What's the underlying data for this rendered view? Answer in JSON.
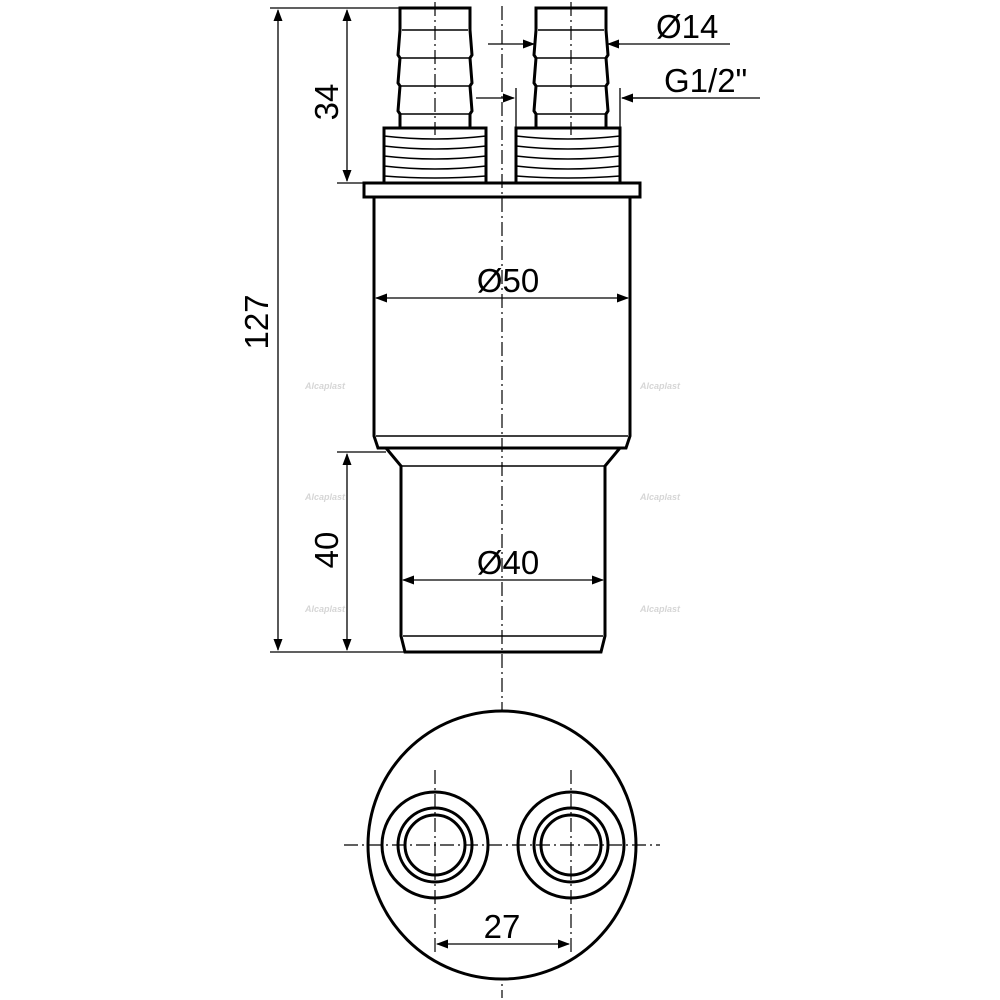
{
  "dimensions": {
    "overall_height": "127",
    "hose_length": "34",
    "outlet_length": "40",
    "hose_diameter": "Ø14",
    "thread": "G1/2\"",
    "body_diameter": "Ø50",
    "outlet_diameter": "Ø40",
    "nozzle_spacing": "27"
  },
  "watermark": "Alcaplast",
  "colors": {
    "line": "#000000",
    "background": "#ffffff",
    "watermark": "#d6d6d6"
  }
}
